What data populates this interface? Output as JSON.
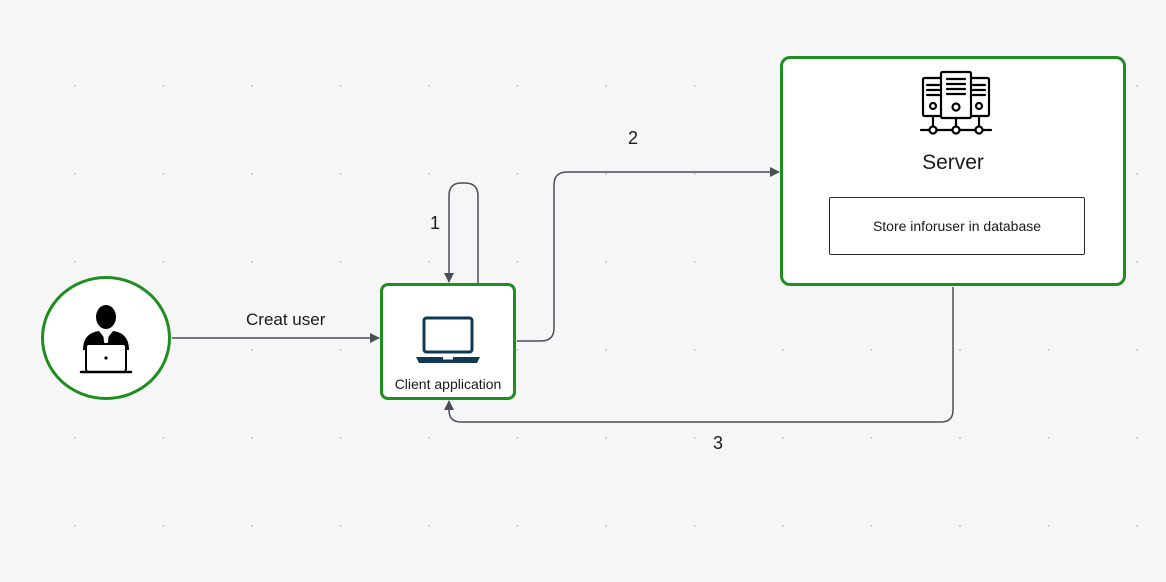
{
  "diagram": {
    "nodes": {
      "user": {
        "icon": "user-laptop-icon"
      },
      "client": {
        "icon": "laptop-icon",
        "label": "Client application"
      },
      "server": {
        "icon": "server-rack-icon",
        "title": "Server",
        "inner_box": "Store inforuser in database"
      }
    },
    "edges": {
      "user_to_client": "Creat user",
      "client_self_loop": "1",
      "client_to_server": "2",
      "server_to_client": "3"
    }
  },
  "colors": {
    "node_border": "#1e8f1e",
    "edge": "#4a4f5a",
    "icon": "#123a55",
    "background": "#f6f6f6",
    "grid_dot": "#c4c4c4"
  }
}
